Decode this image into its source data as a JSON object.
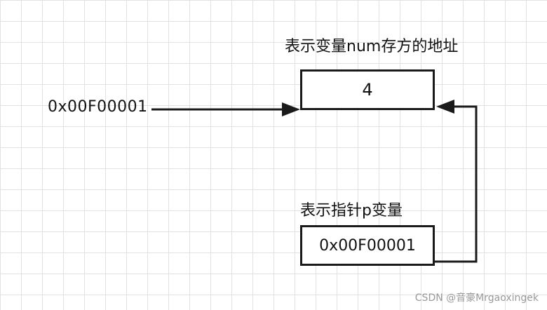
{
  "variable_box": {
    "caption": "表示变量num存方的地址",
    "value": "4"
  },
  "pointer_box": {
    "caption": "表示指针p变量",
    "value": "0x00F00001"
  },
  "address_label": "0x00F00001",
  "watermark": "CSDN @音豪Mrgaoxingek",
  "colors": {
    "stroke": "#1a1a1a",
    "grid": "#e2e2e2",
    "background": "#ffffff"
  }
}
